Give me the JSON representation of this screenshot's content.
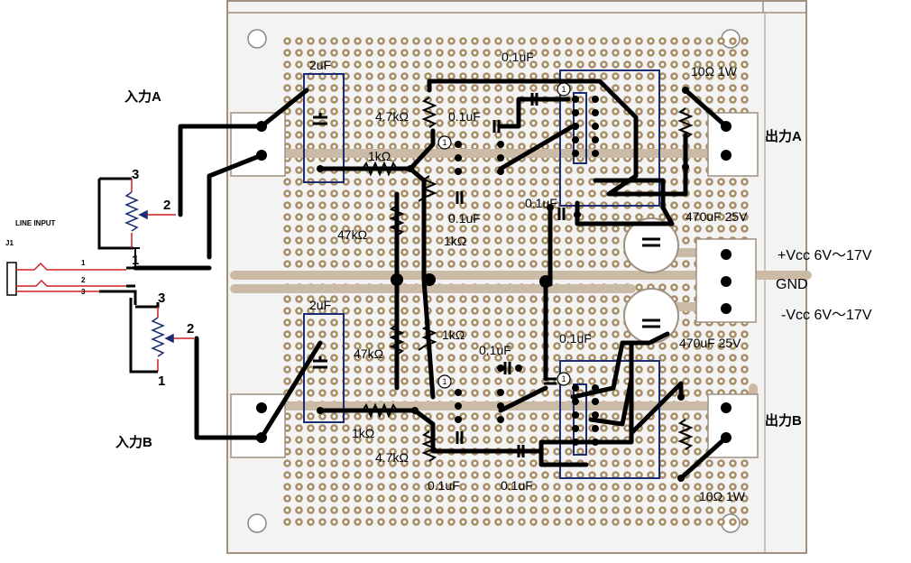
{
  "labels": {
    "input_a": "入力A",
    "input_b": "入力B",
    "output_a": "出力A",
    "output_b": "出力B",
    "line_input": "LINE INPUT",
    "jack_ref": "J1",
    "jack_pin1": "1",
    "jack_pin2": "2",
    "jack_pin3": "3",
    "pot_pin1": "1",
    "pot_pin2": "2",
    "pot_pin3": "3",
    "vcc_plus": "+Vcc  6V～17V",
    "gnd": "GND",
    "vcc_minus": "-Vcc  6V～17V",
    "cap_2uf": "2uF",
    "cap_0_1uf": "0.1uF",
    "res_10ohm": "10Ω 1W",
    "res_4_7k": "4.7kΩ",
    "res_1k": "1kΩ",
    "res_47k": "47kΩ",
    "electrolytic": "470uF 25V"
  },
  "markers": {
    "pin1": "1"
  },
  "colors": {
    "board": "#f3f3f3",
    "hole_copper": "#a88e66",
    "bus_trace": "#cbbba6",
    "outline_blue": "#1b2c73",
    "wire_red": "#d02020",
    "jumper_black": "#000000"
  }
}
